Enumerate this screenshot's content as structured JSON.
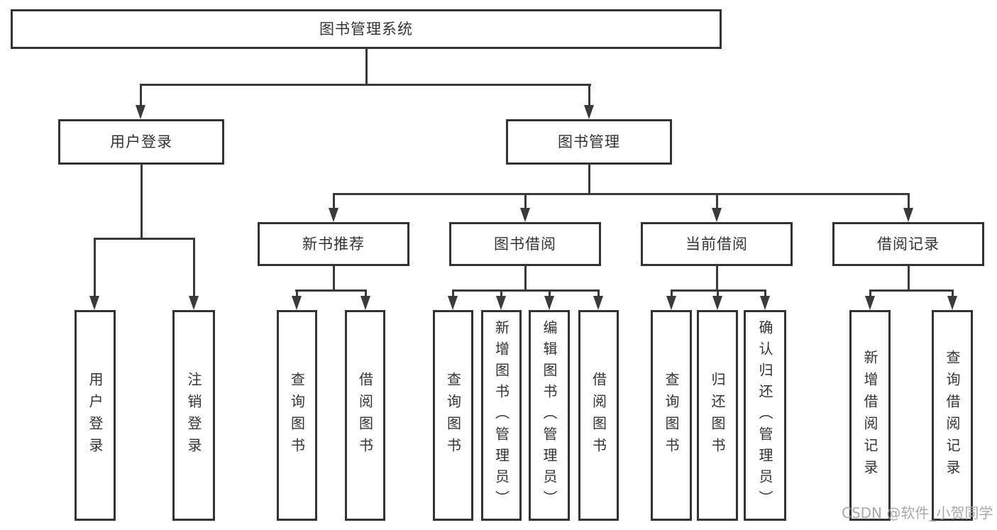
{
  "diagram": {
    "root": "图书管理系统",
    "level1": [
      "用户登录",
      "图书管理"
    ],
    "level2": [
      "新书推荐",
      "图书借阅",
      "当前借阅",
      "借阅记录"
    ],
    "leaves": {
      "user_login": [
        "用户登录",
        "注销登录"
      ],
      "new_book": [
        "查询图书",
        "借阅图书"
      ],
      "book_borrow": [
        "查询图书",
        "新增图书（管理员）",
        "编辑图书（管理员）",
        "借阅图书"
      ],
      "current_borrow": [
        "查询图书",
        "归还图书",
        "确认归还（管理员）"
      ],
      "records": [
        "新增借阅记录",
        "查询借阅记录"
      ]
    },
    "watermark": "CSDN @软件_小贺同学",
    "icons": {
      "arrowhead_down": "▼"
    },
    "colors": {
      "background": "#ffffff",
      "box_border": "#333333",
      "line": "#3a3a3a",
      "text": "#333333",
      "watermark": "#a8a8a8"
    }
  }
}
